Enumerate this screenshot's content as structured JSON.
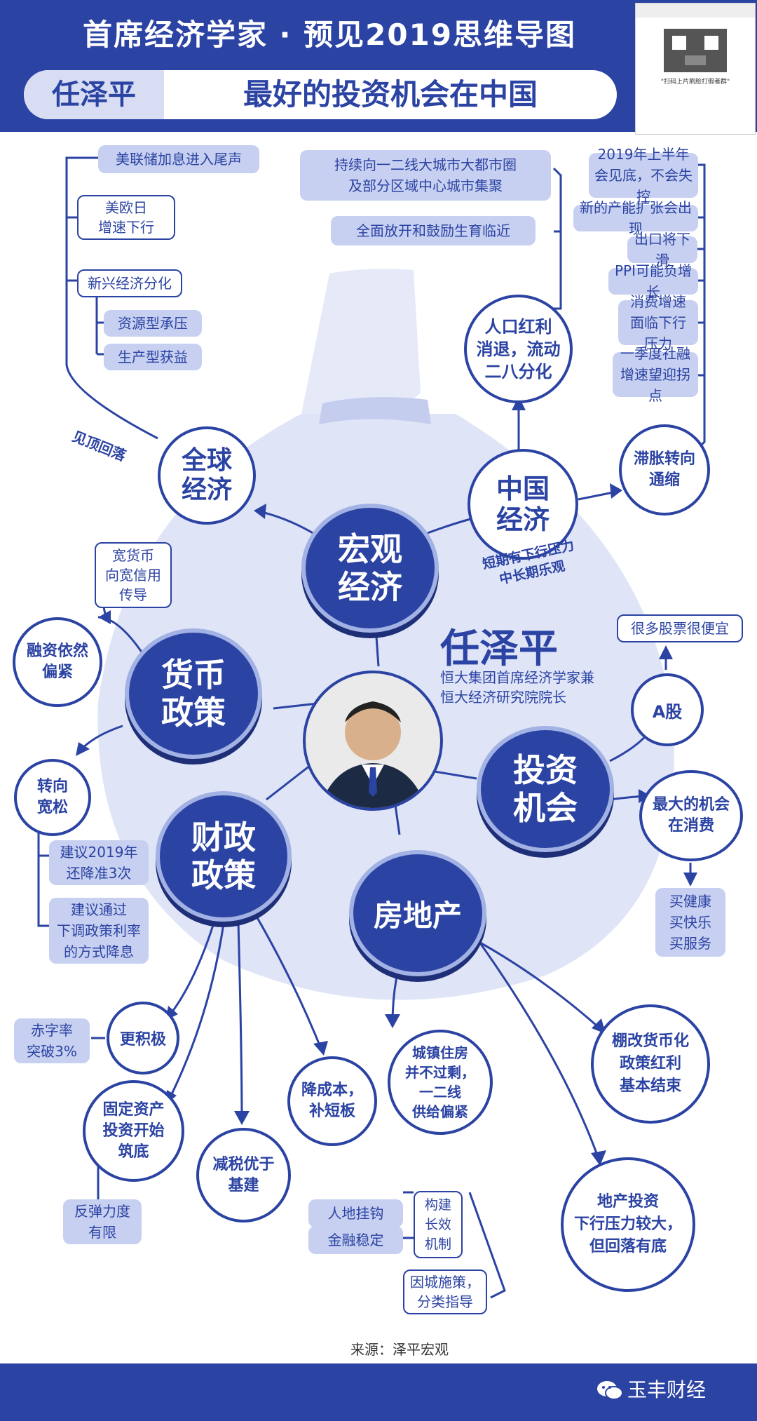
{
  "header": {
    "title": "首席经济学家 · 预见2019思维导图",
    "author_tag": "任泽平",
    "subtitle": "最好的投资机会在中国"
  },
  "qr_panel": {
    "caption": "\"扫码上片刷脸打假者群\""
  },
  "center": {
    "name": "任泽平",
    "role": "恒大集团首席经济学家兼\n恒大经济研究院院长"
  },
  "macro": {
    "label": "宏观\n经济",
    "global": {
      "label": "全球\n经济",
      "edge_label": "见顶回落",
      "items": [
        "美联储加息进入尾声",
        "美欧日\n增速下行",
        "新兴经济分化",
        "资源型承压",
        "生产型获益"
      ]
    },
    "china": {
      "label": "中国\n经济",
      "edge_label": "短期有下行压力\n中长期乐观",
      "population": {
        "label": "人口红利\n消退，流动\n二八分化",
        "items": [
          "持续向一二线大城市大都市圈\n及部分区域中心城市集聚",
          "全面放开和鼓励生育临近"
        ]
      },
      "deflation": {
        "label": "滞胀转向\n通缩",
        "items": [
          "2019年上半年\n会见底，不会失控",
          "新的产能扩张会出现",
          "出口将下滑",
          "PPI可能负增长",
          "消费增速\n面临下行压力",
          "一季度社融\n增速望迎拐点"
        ]
      }
    }
  },
  "monetary": {
    "label": "货币\n政策",
    "tight": {
      "label": "融资依然\n偏紧",
      "item": "宽货币\n向宽信用\n传导"
    },
    "loose": {
      "label": "转向\n宽松",
      "items": [
        "建议2019年\n还降准3次",
        "建议通过\n下调政策利率\n的方式降息"
      ]
    }
  },
  "fiscal": {
    "label": "财政\n政策",
    "active": {
      "label": "更积极",
      "item": "赤字率\n突破3%"
    },
    "fixed_asset": {
      "label": "固定资产\n投资开始\n筑底",
      "item": "反弹力度\n有限"
    },
    "tax": {
      "label": "减税优于\n基建"
    },
    "cost": {
      "label": "降成本，\n补短板"
    }
  },
  "realestate": {
    "label": "房地产",
    "housing": {
      "label": "城镇住房\n并不过剩，\n一二线\n供给偏紧"
    },
    "mechanism": {
      "label": "构建\n长效\n机制",
      "items": [
        "人地挂钩",
        "金融稳定"
      ]
    },
    "policy_item": "因城施策，\n分类指导",
    "shantytown": {
      "label": "棚改货币化\n政策红利\n基本结束"
    },
    "investment": {
      "label": "地产投资\n下行压力较大，\n但回落有底"
    }
  },
  "investment": {
    "label": "投资\n机会",
    "ashare": {
      "label": "A股",
      "item": "很多股票很便宜"
    },
    "consumption": {
      "label": "最大的机会\n在消费",
      "item": "买健康\n买快乐\n买服务"
    }
  },
  "source": "来源：泽平宏观",
  "brand": "玉丰财经",
  "colors": {
    "primary": "#2b43a3",
    "light": "#c7d0f0",
    "bag": "#dfe4f7"
  }
}
